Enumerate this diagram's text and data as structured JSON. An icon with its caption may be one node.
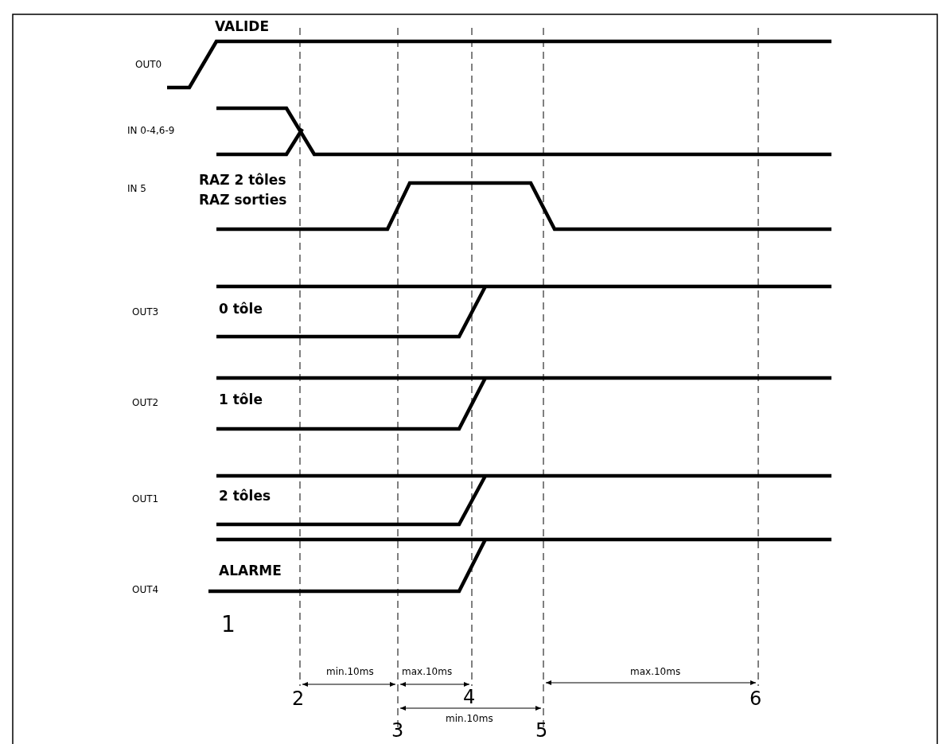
{
  "diagram": {
    "labels": [
      "VALIDE",
      "OUT0",
      "IN 0-4,6-9",
      "IN 5",
      "RAZ 2 tôles",
      "RAZ sorties",
      "OUT3",
      "0 tôle",
      "OUT2",
      "1 tôle",
      "OUT1",
      "2 tôles",
      "OUT4",
      "ALARME",
      "1",
      "min.10ms",
      "max.10ms",
      "max.10ms",
      "2",
      "4",
      "6",
      "min.10ms",
      "3",
      "5"
    ]
  }
}
